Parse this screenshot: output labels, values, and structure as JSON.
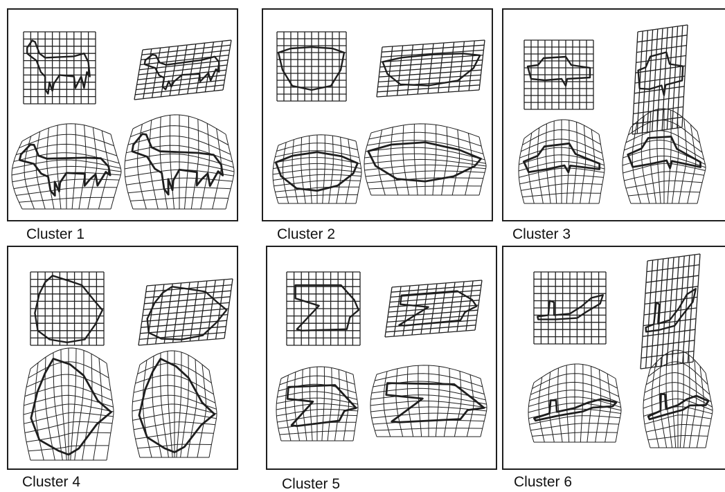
{
  "clusters": [
    {
      "caption": "Cluster 1",
      "shape": "horse"
    },
    {
      "caption": "Cluster 2",
      "shape": "oval"
    },
    {
      "caption": "Cluster 3",
      "shape": "car"
    },
    {
      "caption": "Cluster 4",
      "shape": "round-blob"
    },
    {
      "caption": "Cluster 5",
      "shape": "notched-blob"
    },
    {
      "caption": "Cluster 6",
      "shape": "shoe"
    }
  ],
  "grid_cells": 10,
  "line_color": "#1e1e1e"
}
